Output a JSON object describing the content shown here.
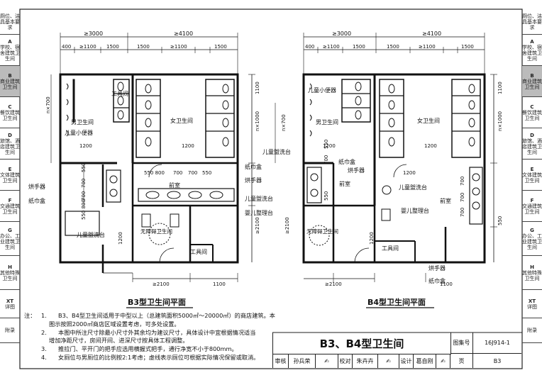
{
  "left_nav": [
    {
      "letter": "",
      "label": "厕位、洁具基本要求",
      "active": false
    },
    {
      "letter": "A",
      "label": "学校、宿舍建筑卫生间",
      "active": false
    },
    {
      "letter": "B",
      "label": "商业建筑卫生间",
      "active": true
    },
    {
      "letter": "C",
      "label": "餐饮建筑卫生间",
      "active": false
    },
    {
      "letter": "D",
      "label": "旅馆、酒店建筑卫生间",
      "active": false
    },
    {
      "letter": "E",
      "label": "文体建筑卫生间",
      "active": false
    },
    {
      "letter": "F",
      "label": "交通建筑卫生间",
      "active": false
    },
    {
      "letter": "G",
      "label": "办公、工业建筑卫生间",
      "active": false
    },
    {
      "letter": "H",
      "label": "其他特殊卫生间",
      "active": false
    },
    {
      "letter": "XT",
      "label": "详图",
      "active": false
    },
    {
      "letter": "",
      "label": "附录",
      "active": false
    }
  ],
  "right_nav": [
    {
      "letter": "",
      "label": "厕位、洁具基本要求",
      "active": false
    },
    {
      "letter": "A",
      "label": "学校、宿舍建筑卫生间",
      "active": false
    },
    {
      "letter": "B",
      "label": "商业建筑卫生间",
      "active": true
    },
    {
      "letter": "C",
      "label": "餐饮建筑卫生间",
      "active": false
    },
    {
      "letter": "D",
      "label": "旅馆、酒店建筑卫生间",
      "active": false
    },
    {
      "letter": "E",
      "label": "文体建筑卫生间",
      "active": false
    },
    {
      "letter": "F",
      "label": "交通建筑卫生间",
      "active": false
    },
    {
      "letter": "G",
      "label": "办公、工业建筑卫生间",
      "active": false
    },
    {
      "letter": "H",
      "label": "其他特殊卫生间",
      "active": false
    },
    {
      "letter": "XT",
      "label": "详图",
      "active": false
    },
    {
      "letter": "",
      "label": "附录",
      "active": false
    }
  ],
  "b3": {
    "title": "B3型卫生间平面",
    "dim_top": [
      "≥3000",
      "≥4100"
    ],
    "dim_second": [
      "400",
      "≥1100",
      "1500",
      "1500",
      "≥1100",
      "1500"
    ],
    "dim_nx700": "n×700",
    "dim_nx1000": "n×1000",
    "dim_1100": "1100",
    "dim_1200": "1200",
    "dim_1200b": "1200",
    "dim_1200c": "1200",
    "dim_550a": "550",
    "dim_700a": "700",
    "dim_550b": "550",
    "dim_800": "800",
    "dim_700b": "700",
    "dim_550_800": "550 800",
    "dim_700_700": "700",
    "dim_700_700b": "700",
    "dim_550c": "550",
    "dim_2100a": "≥2100",
    "dim_2100b": "≥2100",
    "dim_1100b": "1100",
    "dim_550d": "550",
    "dim_700c": "700",
    "dim_700d": "700",
    "label_men": "男卫生间",
    "label_women": "女卫生间",
    "label_tool": "工具间",
    "label_tool2": "工具间",
    "label_child_urinal": "儿童小便器",
    "label_front": "前室",
    "label_hand_dryer": "烘手器",
    "label_paper_box": "纸巾盒",
    "label_paper_box2": "纸巾盒",
    "label_hand_dryer2": "烘手器",
    "label_child_basin": "儿童盥洗台",
    "label_child_basin2": "儿童盥洗台",
    "label_baby": "婴儿整理台",
    "label_accessible": "无障碍卫生间"
  },
  "b4": {
    "title": "B4型卫生间平面",
    "dim_top": [
      "≥3000",
      "≥4100"
    ],
    "dim_second": [
      "400",
      "≥1100",
      "1500",
      "1500",
      "≥1100",
      "1500"
    ],
    "dim_nx700": "n×700",
    "dim_nx1000": "n×1000",
    "dim_1100": "1100",
    "dim_1200": "1200",
    "dim_1200b": "1200",
    "dim_1200c": "1200",
    "dim_700": "700",
    "dim_550": "550",
    "dim_700b": "700",
    "dim_700c": "700",
    "dim_700d": "700",
    "dim_550b": "550",
    "dim_550c": "550",
    "dim_2100": "≥2100",
    "dim_2100b": "≥2100",
    "dim_1100b": "1100",
    "dim_1200d": "1200",
    "label_child_urinal": "儿童小便器",
    "label_men": "男卫生间",
    "label_women": "女卫生间",
    "label_child_basin": "儿童盥洗台",
    "label_paper_box": "纸巾盒",
    "label_hand_dryer": "烘手器",
    "label_front": "前室",
    "label_front2": "前室",
    "label_child_basin2": "儿童盥洗台",
    "label_baby": "婴儿整理台",
    "label_accessible": "无障碍卫生间",
    "label_tool": "工具间",
    "label_hand_dryer2": "烘手器",
    "label_paper_box2": "纸巾盒"
  },
  "notes": {
    "head": "注：",
    "items": [
      {
        "k": "1.",
        "lines": [
          "B3、B4型卫生间适用于中型以上（总建筑面积5000㎡～20000㎡）的商店建筑。本",
          "图示按照2000㎡商店区域设置考虑，可多处设置。"
        ]
      },
      {
        "k": "2.",
        "lines": [
          "本图中所注尺寸除最小尺寸外其余均为建议尺寸，具体设计中宜根据情况适当",
          "增加净距尺寸，房间开间、进深尺寸按具体工程调整。"
        ]
      },
      {
        "k": "3.",
        "lines": [
          "推拉门、平开门的把手应选用横握式把手，通行净宽不小于800mm。"
        ]
      },
      {
        "k": "4.",
        "lines": [
          "女厕位与男厕位的比例按2:1考虑；虚线表示厕位可根据实际情况保留或取消。"
        ]
      }
    ]
  },
  "title_block": {
    "title": "B3、B4型卫生间",
    "atlas_label": "图集号",
    "atlas_no": "16J914-1",
    "page_label": "页",
    "page_no": "B3",
    "review_label": "审核",
    "review_name": "孙兵荣",
    "check_label": "校对",
    "check_name": "朱卉卉",
    "design_label": "设计",
    "design_name": "葛自刚"
  }
}
